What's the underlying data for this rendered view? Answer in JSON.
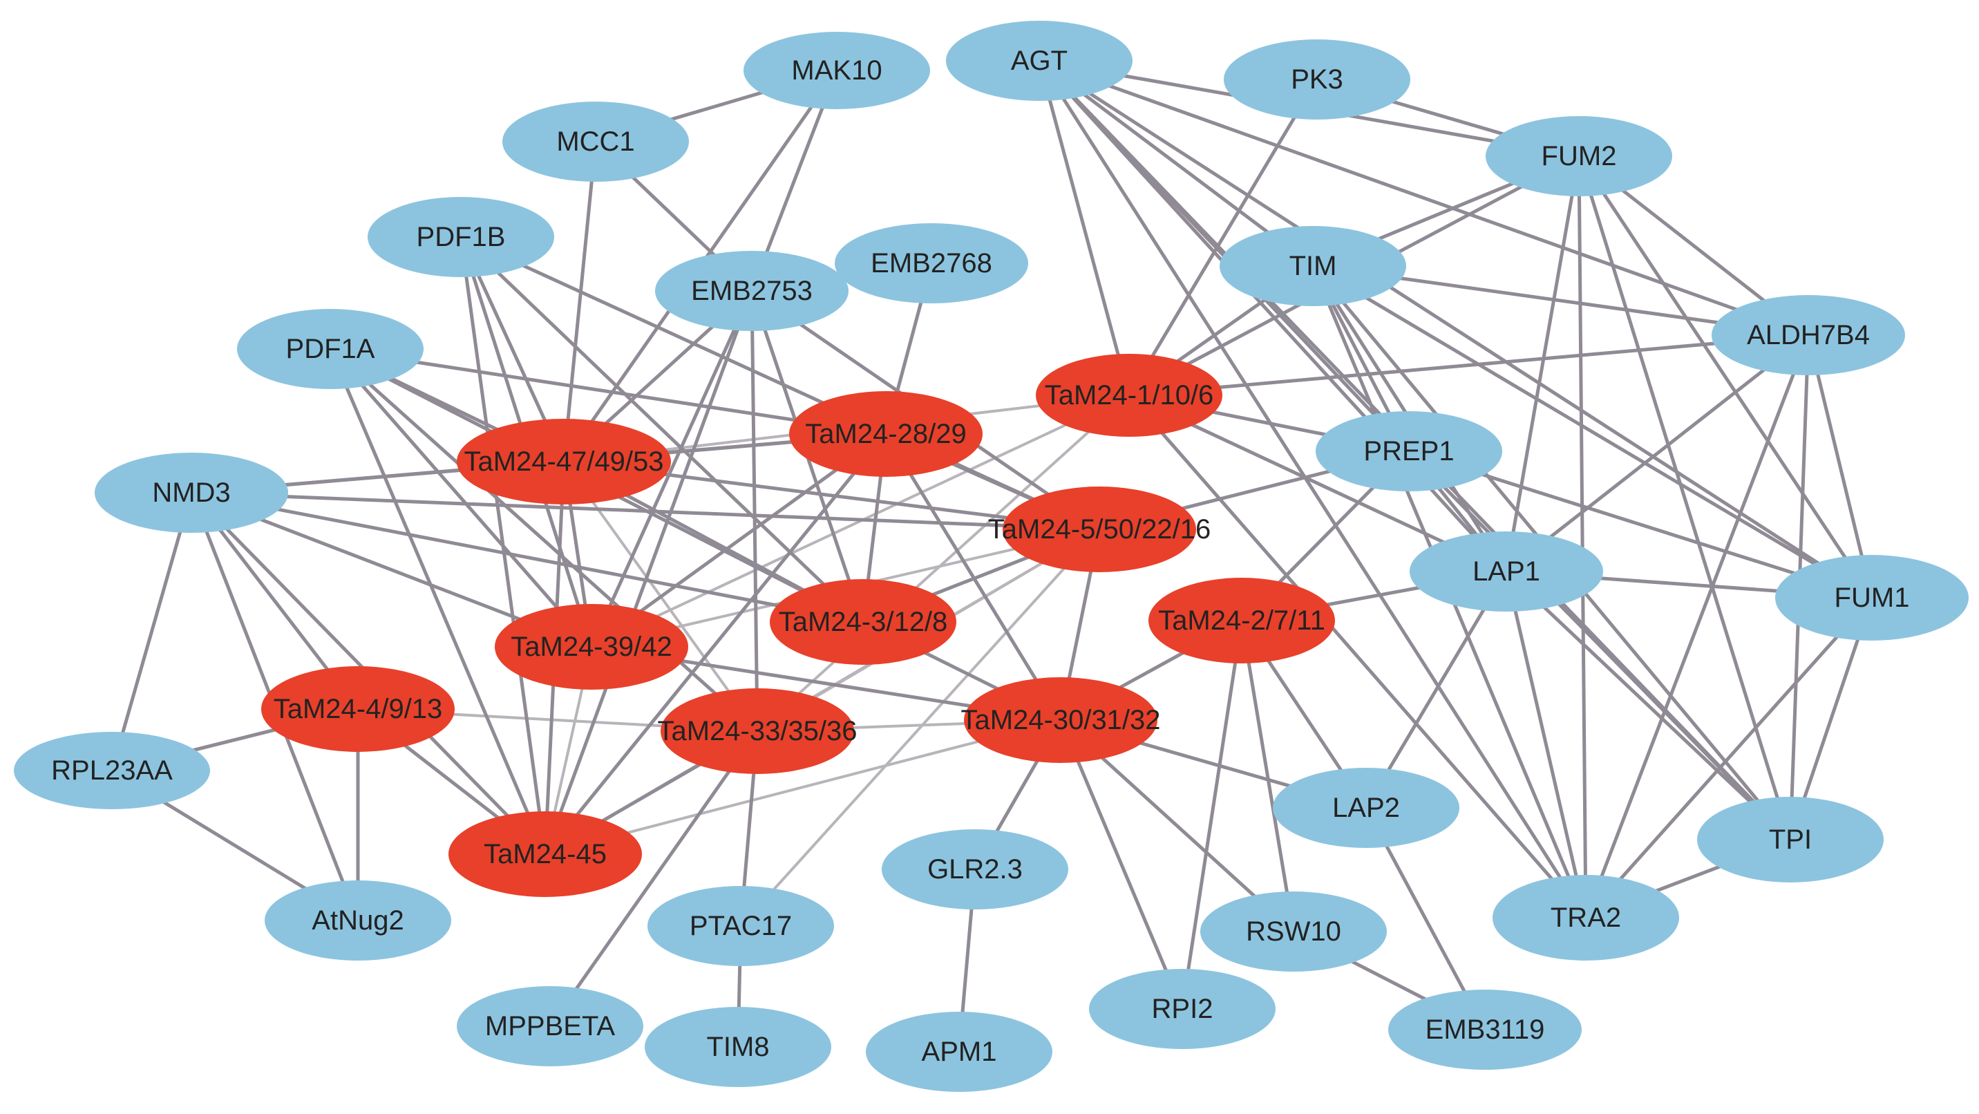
{
  "colors": {
    "protein_node": "#8cc4df",
    "mirna_node": "#e8402a",
    "edge": "#8f8a94",
    "edge_light": "#b7b4ba",
    "label": "#222222"
  },
  "nodes": [
    {
      "id": "MAK10",
      "label": "MAK10",
      "kind": "protein"
    },
    {
      "id": "AGT",
      "label": "AGT",
      "kind": "protein"
    },
    {
      "id": "PK3",
      "label": "PK3",
      "kind": "protein"
    },
    {
      "id": "MCC1",
      "label": "MCC1",
      "kind": "protein"
    },
    {
      "id": "FUM2",
      "label": "FUM2",
      "kind": "protein"
    },
    {
      "id": "PDF1B",
      "label": "PDF1B",
      "kind": "protein"
    },
    {
      "id": "EMB2753",
      "label": "EMB2753",
      "kind": "protein"
    },
    {
      "id": "EMB2768",
      "label": "EMB2768",
      "kind": "protein"
    },
    {
      "id": "TIM",
      "label": "TIM",
      "kind": "protein"
    },
    {
      "id": "PDF1A",
      "label": "PDF1A",
      "kind": "protein"
    },
    {
      "id": "ALDH7B4",
      "label": "ALDH7B4",
      "kind": "protein"
    },
    {
      "id": "NMD3",
      "label": "NMD3",
      "kind": "protein"
    },
    {
      "id": "PREP1",
      "label": "PREP1",
      "kind": "protein"
    },
    {
      "id": "LAP1",
      "label": "LAP1",
      "kind": "protein"
    },
    {
      "id": "FUM1",
      "label": "FUM1",
      "kind": "protein"
    },
    {
      "id": "RPL23AA",
      "label": "RPL23AA",
      "kind": "protein"
    },
    {
      "id": "LAP2",
      "label": "LAP2",
      "kind": "protein"
    },
    {
      "id": "TPI",
      "label": "TPI",
      "kind": "protein"
    },
    {
      "id": "GLR23",
      "label": "GLR2.3",
      "kind": "protein"
    },
    {
      "id": "AtNug2",
      "label": "AtNug2",
      "kind": "protein"
    },
    {
      "id": "PTAC17",
      "label": "PTAC17",
      "kind": "protein"
    },
    {
      "id": "RSW10",
      "label": "RSW10",
      "kind": "protein"
    },
    {
      "id": "TRA2",
      "label": "TRA2",
      "kind": "protein"
    },
    {
      "id": "RPI2",
      "label": "RPI2",
      "kind": "protein"
    },
    {
      "id": "MPPBETA",
      "label": "MPPBETA",
      "kind": "protein"
    },
    {
      "id": "TIM8",
      "label": "TIM8",
      "kind": "protein"
    },
    {
      "id": "APM1",
      "label": "APM1",
      "kind": "protein"
    },
    {
      "id": "EMB3119",
      "label": "EMB3119",
      "kind": "protein"
    },
    {
      "id": "M1",
      "label": "TaM24-1/10/6",
      "kind": "mirna"
    },
    {
      "id": "M47",
      "label": "TaM24-47/49/53",
      "kind": "mirna"
    },
    {
      "id": "M28",
      "label": "TaM24-28/29",
      "kind": "mirna"
    },
    {
      "id": "M5",
      "label": "TaM24-5/50/22/16",
      "kind": "mirna"
    },
    {
      "id": "M3",
      "label": "TaM24-3/12/8",
      "kind": "mirna"
    },
    {
      "id": "M2",
      "label": "TaM24-2/7/11",
      "kind": "mirna"
    },
    {
      "id": "M39",
      "label": "TaM24-39/42",
      "kind": "mirna"
    },
    {
      "id": "M4",
      "label": "TaM24-4/9/13",
      "kind": "mirna"
    },
    {
      "id": "M33",
      "label": "TaM24-33/35/36",
      "kind": "mirna"
    },
    {
      "id": "M30",
      "label": "TaM24-30/31/32",
      "kind": "mirna"
    },
    {
      "id": "M45",
      "label": "TaM24-45",
      "kind": "mirna"
    }
  ],
  "edges": [
    [
      "MAK10",
      "MCC1"
    ],
    [
      "MAK10",
      "EMB2753"
    ],
    [
      "MAK10",
      "M47"
    ],
    [
      "MCC1",
      "EMB2753"
    ],
    [
      "MCC1",
      "M47"
    ],
    [
      "PDF1B",
      "M47"
    ],
    [
      "PDF1B",
      "M39"
    ],
    [
      "PDF1B",
      "M3"
    ],
    [
      "PDF1B",
      "M5"
    ],
    [
      "PDF1B",
      "M45"
    ],
    [
      "EMB2753",
      "M47"
    ],
    [
      "EMB2753",
      "M39"
    ],
    [
      "EMB2753",
      "M3"
    ],
    [
      "EMB2753",
      "M5"
    ],
    [
      "EMB2753",
      "M33"
    ],
    [
      "EMB2753",
      "M45"
    ],
    [
      "EMB2768",
      "M28"
    ],
    [
      "PDF1A",
      "M47"
    ],
    [
      "PDF1A",
      "M28"
    ],
    [
      "PDF1A",
      "M39"
    ],
    [
      "PDF1A",
      "M3"
    ],
    [
      "PDF1A",
      "M45"
    ],
    [
      "PDF1A",
      "M33"
    ],
    [
      "NMD3",
      "M47"
    ],
    [
      "NMD3",
      "M28"
    ],
    [
      "NMD3",
      "M5"
    ],
    [
      "NMD3",
      "M3"
    ],
    [
      "NMD3",
      "M39"
    ],
    [
      "NMD3",
      "M4"
    ],
    [
      "NMD3",
      "M45"
    ],
    [
      "NMD3",
      "RPL23AA"
    ],
    [
      "NMD3",
      "AtNug2"
    ],
    [
      "M47",
      "M28"
    ],
    [
      "M47",
      "M39"
    ],
    [
      "M47",
      "M3"
    ],
    [
      "M47",
      "M5"
    ],
    [
      "M47",
      "M45"
    ],
    [
      "M28",
      "M39"
    ],
    [
      "M28",
      "M3"
    ],
    [
      "M28",
      "M5"
    ],
    [
      "M28",
      "M30"
    ],
    [
      "M28",
      "M45"
    ],
    [
      "M4",
      "RPL23AA"
    ],
    [
      "M4",
      "AtNug2"
    ],
    [
      "M4",
      "M45"
    ],
    [
      "RPL23AA",
      "AtNug2"
    ],
    [
      "M33",
      "PTAC17"
    ],
    [
      "M33",
      "MPPBETA"
    ],
    [
      "M33",
      "M45"
    ],
    [
      "PTAC17",
      "TIM8"
    ],
    [
      "M30",
      "GLR23"
    ],
    [
      "M30",
      "RPI2"
    ],
    [
      "M30",
      "RSW10"
    ],
    [
      "M30",
      "LAP2"
    ],
    [
      "M30",
      "M5"
    ],
    [
      "M30",
      "M2"
    ],
    [
      "M30",
      "M3"
    ],
    [
      "M30",
      "M39"
    ],
    [
      "M5",
      "M3"
    ],
    [
      "M5",
      "PREP1"
    ],
    [
      "GLR23",
      "APM1"
    ],
    [
      "M2",
      "LAP1"
    ],
    [
      "M2",
      "LAP2"
    ],
    [
      "M2",
      "RSW10"
    ],
    [
      "M2",
      "RPI2"
    ],
    [
      "M2",
      "PREP1"
    ],
    [
      "RSW10",
      "EMB3119"
    ],
    [
      "LAP2",
      "EMB3119"
    ],
    [
      "AGT",
      "M1"
    ],
    [
      "AGT",
      "TIM"
    ],
    [
      "AGT",
      "PREP1"
    ],
    [
      "AGT",
      "LAP1"
    ],
    [
      "AGT",
      "FUM2"
    ],
    [
      "AGT",
      "ALDH7B4"
    ],
    [
      "AGT",
      "FUM1"
    ],
    [
      "AGT",
      "TPI"
    ],
    [
      "AGT",
      "TRA2"
    ],
    [
      "PK3",
      "M1"
    ],
    [
      "PK3",
      "FUM2"
    ],
    [
      "FUM2",
      "TIM"
    ],
    [
      "FUM2",
      "LAP1"
    ],
    [
      "FUM2",
      "FUM1"
    ],
    [
      "FUM2",
      "TPI"
    ],
    [
      "FUM2",
      "TRA2"
    ],
    [
      "FUM2",
      "ALDH7B4"
    ],
    [
      "FUM2",
      "M1"
    ],
    [
      "TIM",
      "M1"
    ],
    [
      "TIM",
      "PREP1"
    ],
    [
      "TIM",
      "LAP1"
    ],
    [
      "TIM",
      "ALDH7B4"
    ],
    [
      "TIM",
      "FUM1"
    ],
    [
      "TIM",
      "TPI"
    ],
    [
      "TIM",
      "TRA2"
    ],
    [
      "ALDH7B4",
      "M1"
    ],
    [
      "ALDH7B4",
      "LAP1"
    ],
    [
      "ALDH7B4",
      "FUM1"
    ],
    [
      "ALDH7B4",
      "TPI"
    ],
    [
      "ALDH7B4",
      "TRA2"
    ],
    [
      "M1",
      "PREP1"
    ],
    [
      "M1",
      "LAP1"
    ],
    [
      "M1",
      "TRA2"
    ],
    [
      "PREP1",
      "LAP1"
    ],
    [
      "PREP1",
      "FUM1"
    ],
    [
      "PREP1",
      "TPI"
    ],
    [
      "LAP1",
      "FUM1"
    ],
    [
      "LAP1",
      "TPI"
    ],
    [
      "LAP1",
      "TRA2"
    ],
    [
      "LAP1",
      "LAP2"
    ],
    [
      "FUM1",
      "TRA2"
    ],
    [
      "FUM1",
      "TPI"
    ],
    [
      "TPI",
      "TRA2"
    ]
  ],
  "light_edges": [
    [
      "M1",
      "M39"
    ],
    [
      "M1",
      "M33"
    ],
    [
      "M1",
      "M47"
    ],
    [
      "M5",
      "M39"
    ],
    [
      "M5",
      "PTAC17"
    ],
    [
      "M5",
      "M45"
    ],
    [
      "M5",
      "M33"
    ],
    [
      "M47",
      "M33"
    ],
    [
      "M4",
      "M33"
    ],
    [
      "M33",
      "M30"
    ],
    [
      "M39",
      "M45"
    ],
    [
      "M45",
      "M30"
    ]
  ]
}
